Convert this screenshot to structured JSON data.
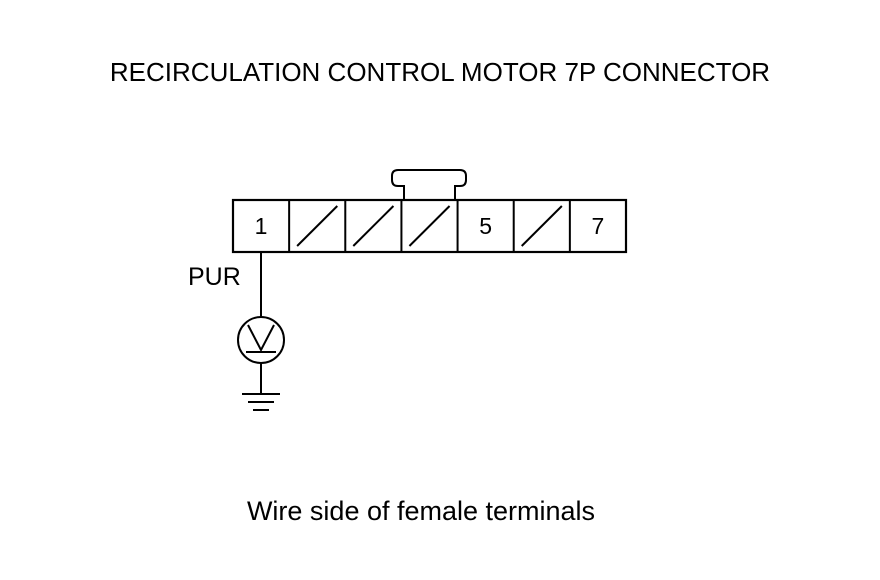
{
  "title": "RECIRCULATION CONTROL MOTOR 7P CONNECTOR",
  "connector": {
    "pins": [
      {
        "label": "1",
        "empty": false
      },
      {
        "label": "",
        "empty": true
      },
      {
        "label": "",
        "empty": true
      },
      {
        "label": "",
        "empty": true
      },
      {
        "label": "5",
        "empty": false
      },
      {
        "label": "",
        "empty": true
      },
      {
        "label": "7",
        "empty": false
      }
    ]
  },
  "wire": {
    "color_label": "PUR"
  },
  "meter": {
    "icon": "voltmeter-icon"
  },
  "ground": {
    "icon": "ground-icon"
  },
  "caption": "Wire side of female terminals"
}
